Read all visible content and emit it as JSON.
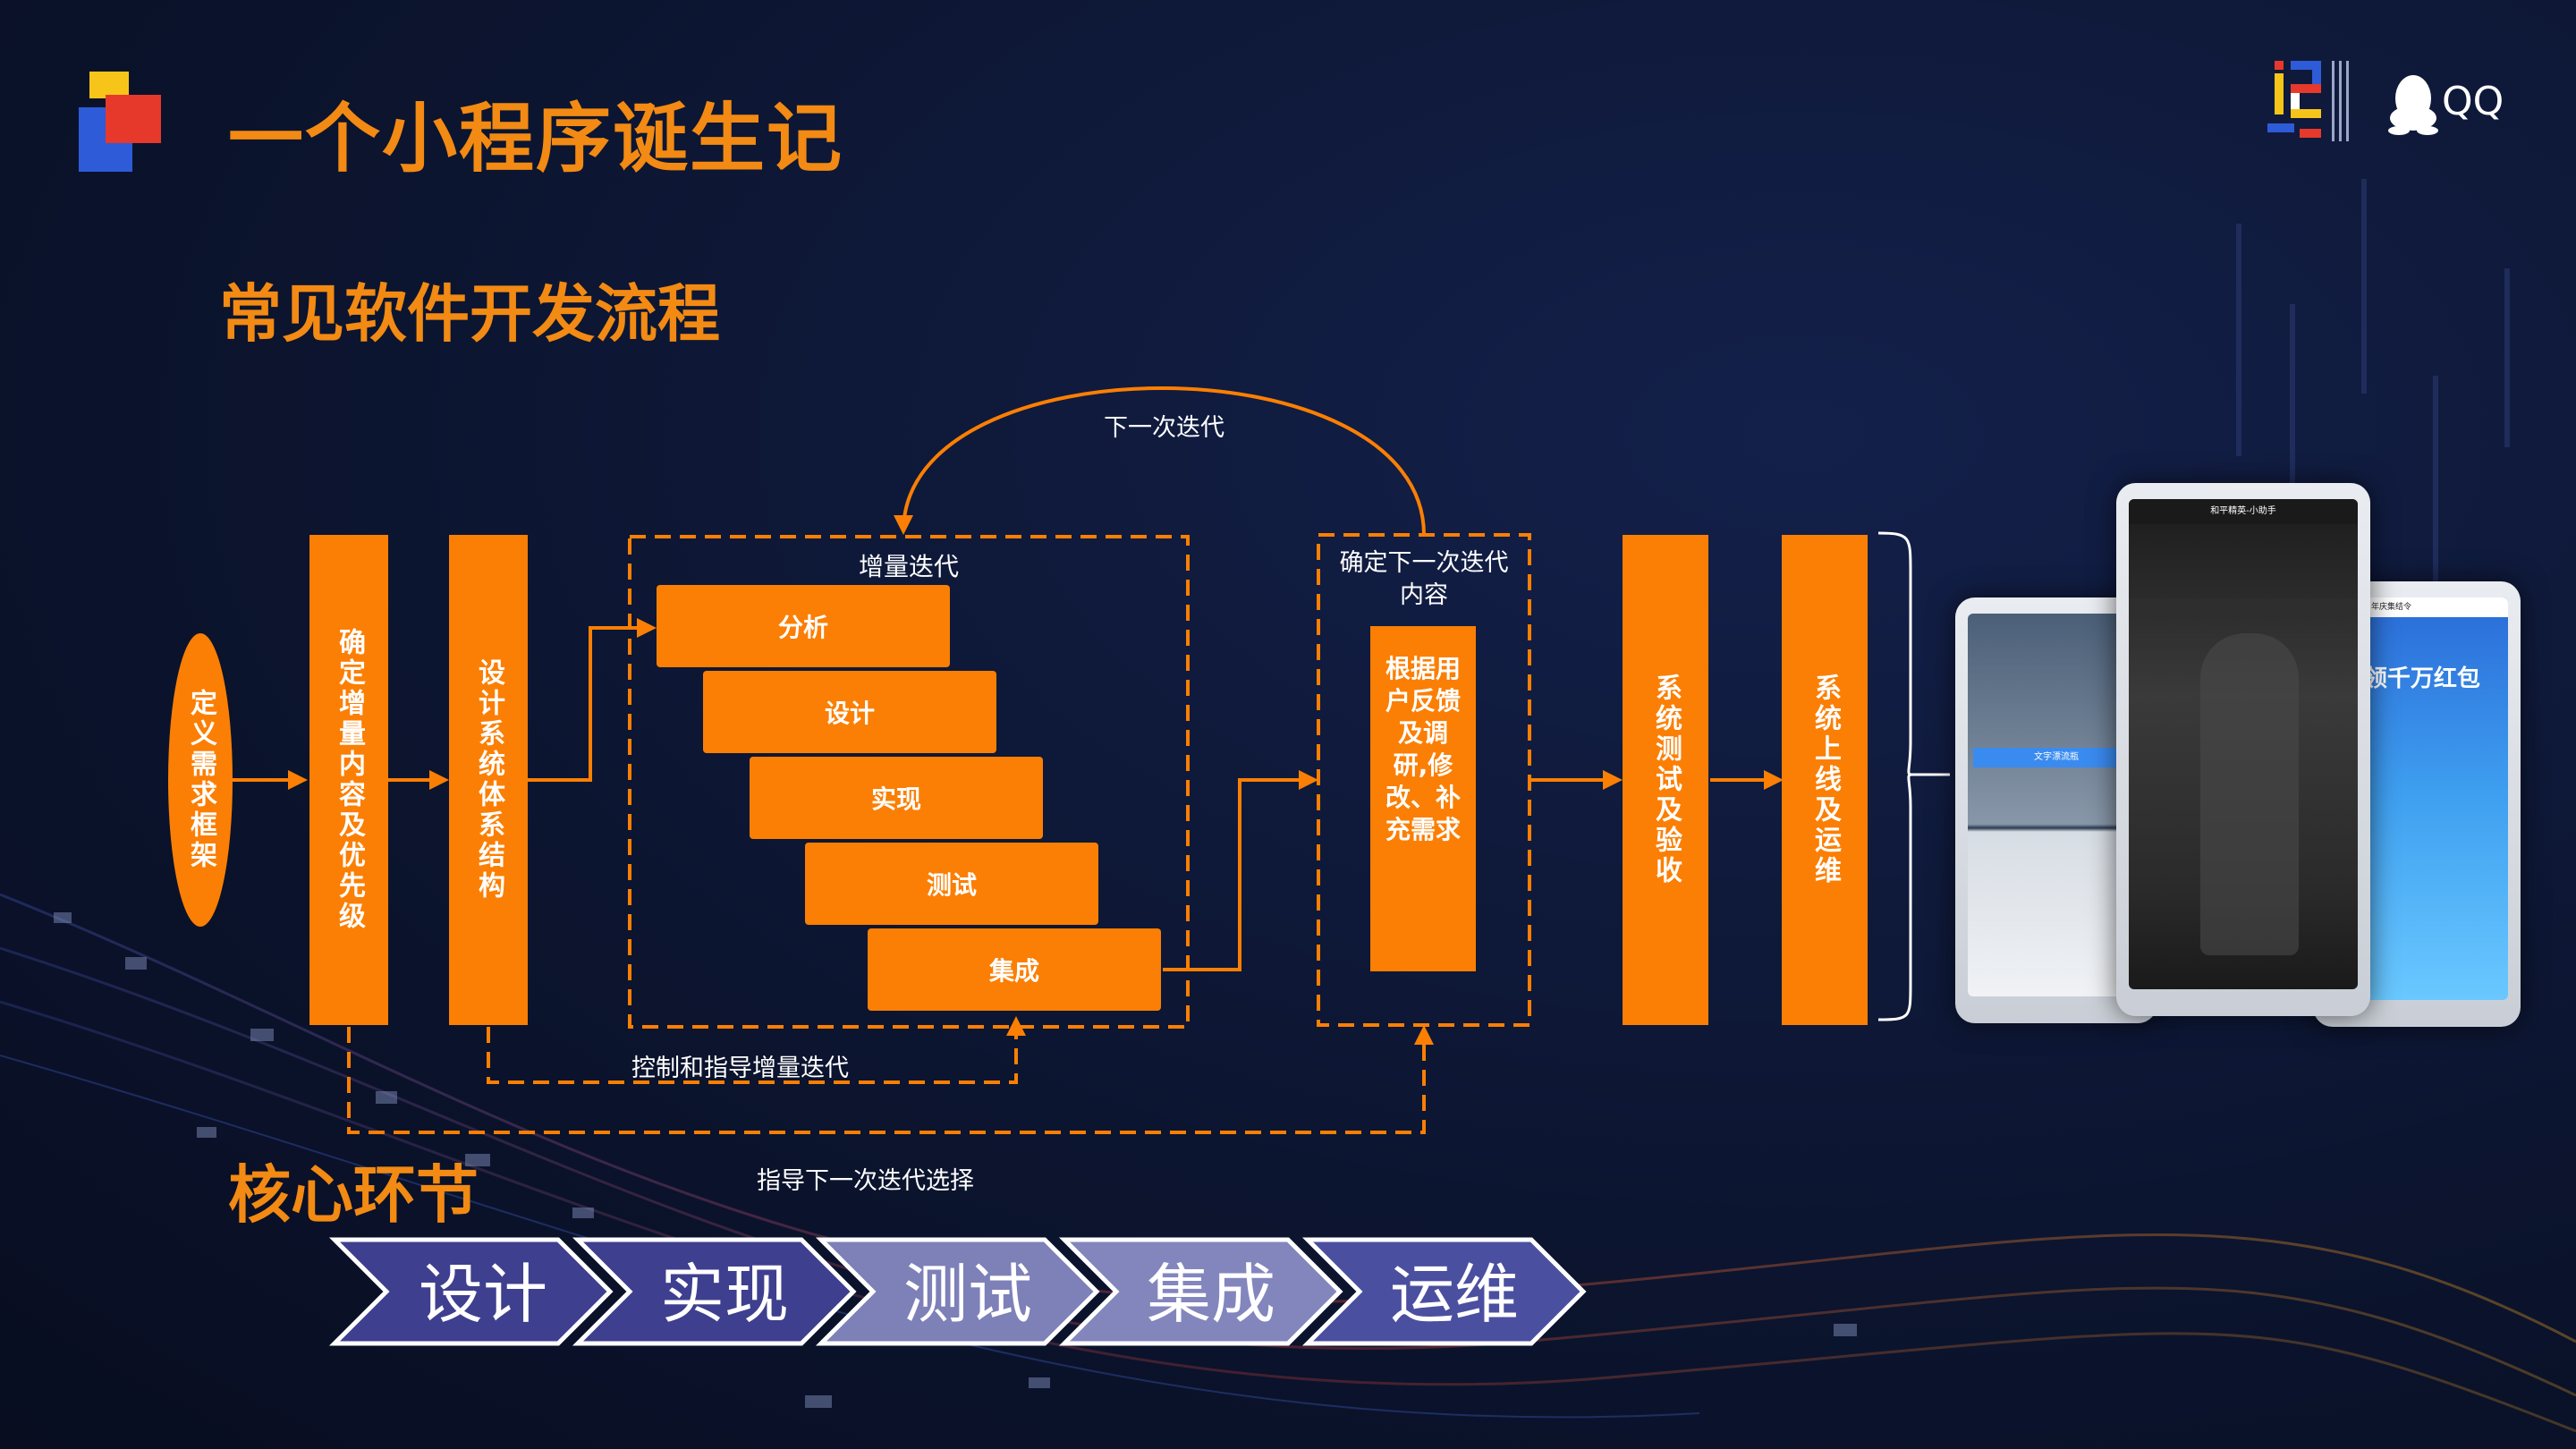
{
  "slide": {
    "title": "一个小程序诞生记",
    "section_process": "常见软件开发流程",
    "section_core": "核心环节"
  },
  "brand": {
    "logo_text": "QQ"
  },
  "flow": {
    "define_framework": "定义需求框架",
    "confirm_increment": "确定增量内容及优先级",
    "design_architecture": "设计系统体系结构",
    "increment_iteration_label": "增量迭代",
    "steps": [
      "分析",
      "设计",
      "实现",
      "测试",
      "集成"
    ],
    "next_iteration_box_label": "确定下一次迭代\n内容",
    "feedback_box": "根据用户反馈及调研,修改、补充需求",
    "system_test": "系统测试及验收",
    "system_launch": "系统上线及运维",
    "loop_label": "下一次迭代",
    "control_label": "控制和指导增量迭代",
    "guide_label": "指导下一次迭代选择"
  },
  "core_steps": [
    "设计",
    "实现",
    "测试",
    "集成",
    "运维"
  ],
  "phones": {
    "left_header": "文字漂流瓶",
    "center_header": "和平精英-小助手",
    "right_header": "和平精英周年庆集结令",
    "right_banner": "!领千万红包"
  },
  "colors": {
    "accent": "#fb7f04",
    "title": "#f28a14",
    "chevron": "#3f3f8f"
  }
}
